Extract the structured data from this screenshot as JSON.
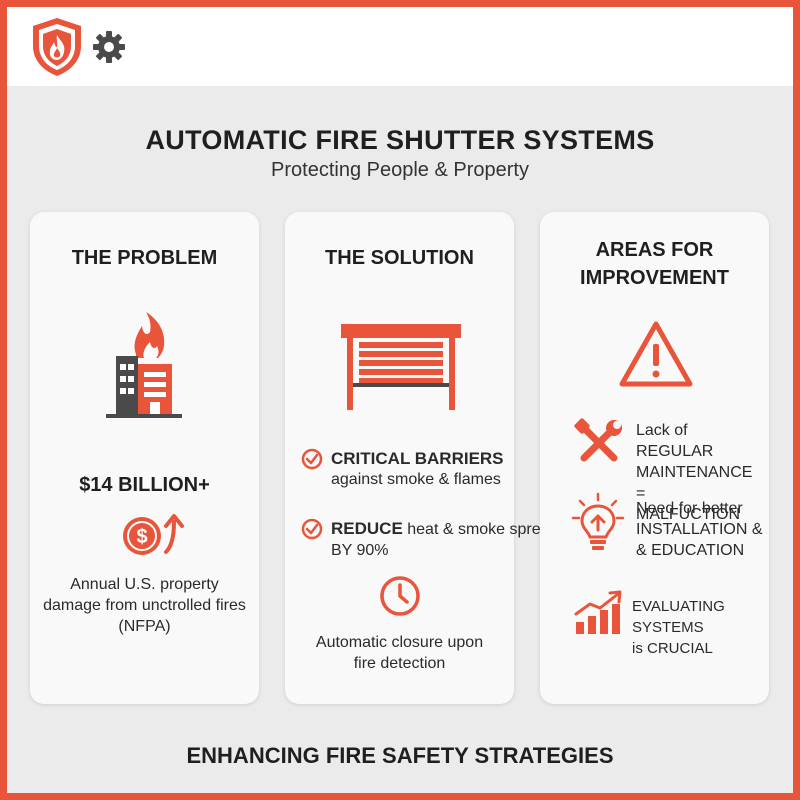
{
  "header": {
    "title": "AUTOMATIC FIRE SHUTTER SYSTEMS",
    "subtitle": "Protecting People & Property"
  },
  "problem": {
    "heading": "THE PROBLEM",
    "stat": "$14 BILLION+",
    "description_lines": [
      "Annual U.S. property",
      "damage from unctrolled fires",
      "(NFPA)"
    ]
  },
  "solution": {
    "heading": "THE SOLUTION",
    "points": [
      {
        "bold": "CRITICAL BARRIERS",
        "rest": "against smoke & flames"
      },
      {
        "bold": "REDUCE",
        "rest_line1": " heat & smoke spread",
        "rest_line2": "BY 90%"
      }
    ],
    "closure_lines": [
      "Automatic closure upon",
      "fire detection"
    ]
  },
  "improvement": {
    "heading_lines": [
      "AREAS FOR",
      "IMPROVEMENT"
    ],
    "items": [
      {
        "icon": "wrench-screwdriver-icon",
        "lines": [
          "Lack of REGULAR",
          "MAINTENANCE =",
          "MALFUCTION"
        ]
      },
      {
        "icon": "lightbulb-icon",
        "lines": [
          "Need for better",
          "INSTALLATION &",
          "& EDUCATION"
        ]
      },
      {
        "icon": "growth-chart-icon",
        "lines": [
          "EVALUATING SYSTEMS",
          "is CRUCIAL"
        ]
      }
    ]
  },
  "footer": "ENHANCING FIRE SAFETY STRATEGIES",
  "colors": {
    "accent": "#e8553b",
    "dark_gray": "#4a4a4a",
    "background": "#ebebeb",
    "card": "#f9f9f9"
  }
}
